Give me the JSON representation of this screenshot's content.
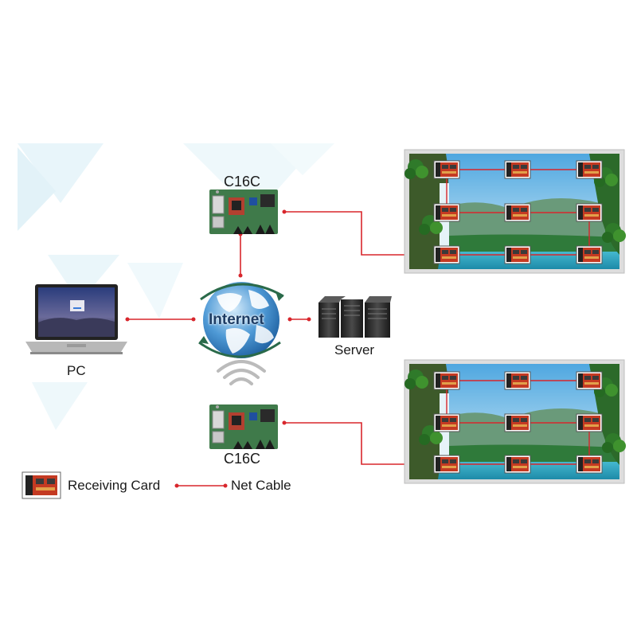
{
  "labels": {
    "c16c_top": "C16C",
    "c16c_bottom": "C16C",
    "pc": "PC",
    "internet": "Internet",
    "server": "Server"
  },
  "legend": {
    "receiving_card": "Receiving Card",
    "net_cable": "Net Cable"
  },
  "colors": {
    "cable": "#d8262c",
    "pcb_green": "#3f7a4a",
    "card_red": "#c43a22",
    "globe_blue": "#3a86c8",
    "water": "#2fa9c4",
    "background_shapes": "#e4f3f8"
  },
  "icons": {
    "pc": "laptop-icon",
    "internet": "globe-icon",
    "server": "server-icon",
    "wireless": "wifi-icon",
    "controller": "controller-card-icon",
    "receiving_card": "receiving-card-icon"
  },
  "screens": [
    {
      "name": "led-screen-top",
      "grid": "3x3"
    },
    {
      "name": "led-screen-bottom",
      "grid": "3x3"
    }
  ]
}
